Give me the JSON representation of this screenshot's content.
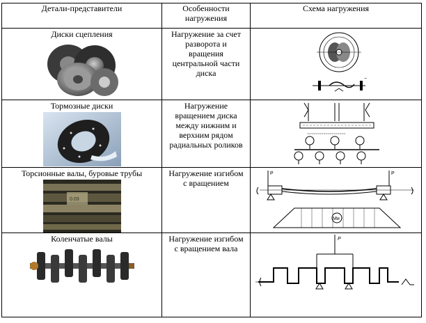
{
  "table": {
    "headers": [
      "Детали-представители",
      "Особенности нагружения",
      "Схема нагружения"
    ],
    "rows": [
      {
        "name": "Диски сцепления",
        "desc": "Нагружение за счет разворота и вращения центральной части диска",
        "photo_icon": "clutch-discs-photo",
        "scheme_icon": "clutch-loading-scheme"
      },
      {
        "name": "Тормозные диски",
        "desc": "Нагружение вращением диска между нижним и верхним рядом радиальных роликов",
        "photo_icon": "brake-disc-photo",
        "scheme_icon": "roller-loading-scheme"
      },
      {
        "name": "Торсионные валы, буровые трубы",
        "desc": "Нагружение изгибом с вращением",
        "photo_icon": "drill-pipes-photo",
        "scheme_icon": "rotating-bending-scheme"
      },
      {
        "name": "Коленчатые валы",
        "desc": "Нагружение изгибом с вращением вала",
        "photo_icon": "crankshaft-photo",
        "scheme_icon": "crankshaft-bending-scheme"
      }
    ],
    "scheme_labels": {
      "force_p": "P",
      "moment": "Mи"
    }
  }
}
